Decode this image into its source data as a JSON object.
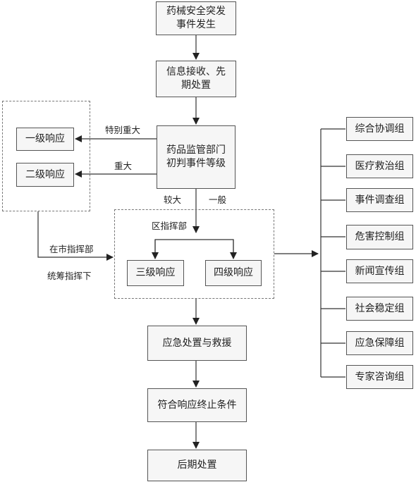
{
  "nodes": {
    "incident": "药械安全突发\n事件发生",
    "info": "信息接收、先\n期处置",
    "judge": "药品监管部门\n初判事件等级",
    "level1": "一级响应",
    "level2": "二级响应",
    "level3": "三级响应",
    "level4": "四级响应",
    "disposal": "应急处置与救援",
    "terminate": "符合响应终止条件",
    "aftermath": "后期处置"
  },
  "groups": [
    "综合协调组",
    "医疗救治组",
    "事件调查组",
    "危害控制组",
    "新闻宣传组",
    "社会稳定组",
    "应急保障组",
    "专家咨询组"
  ],
  "labels": {
    "special_major": "特别重大",
    "major": "重大",
    "larger": "较大",
    "general": "一般",
    "district_command": "区指挥部",
    "city_command_1": "在市指挥部",
    "city_command_2": "统筹指挥下"
  }
}
